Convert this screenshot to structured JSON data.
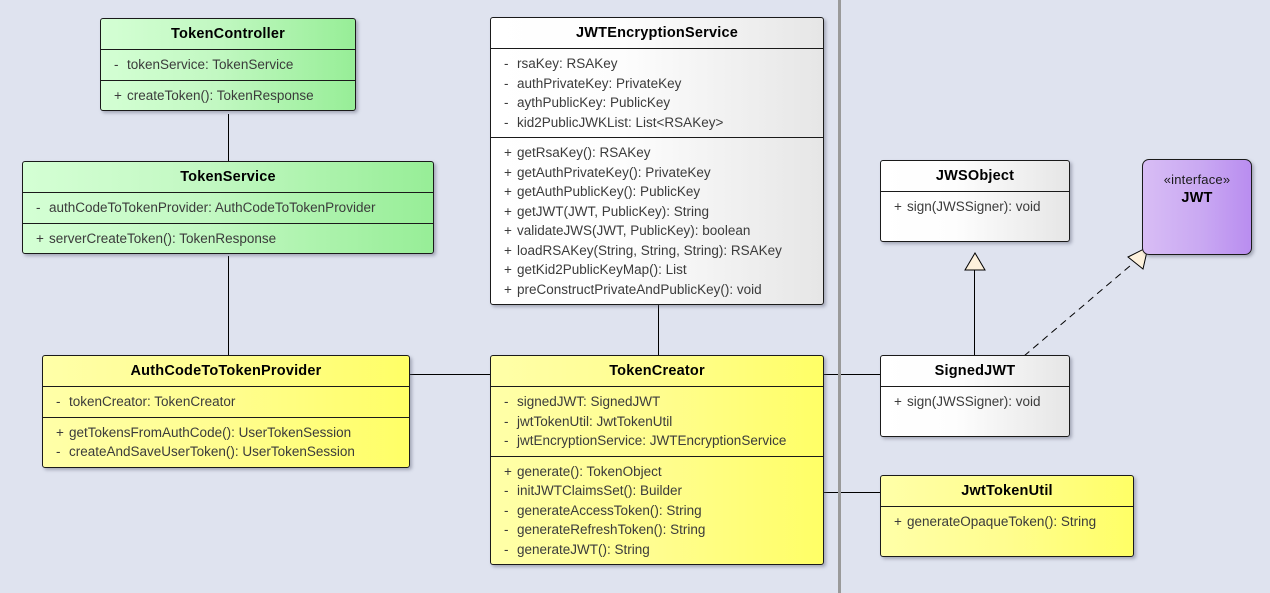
{
  "diagram": {
    "type": "uml-class-diagram",
    "background_color": "#dfe3ef",
    "divider_color": "#9a9a9a",
    "colors": {
      "green": "#c2f8c2",
      "yellow": "#ffff66",
      "white": "#ffffff",
      "purple": "#c9a8f2"
    }
  },
  "classes": {
    "token_controller": {
      "name": "TokenController",
      "attributes": [
        {
          "visibility": "-",
          "text": "tokenService: TokenService"
        }
      ],
      "methods": [
        {
          "visibility": "+",
          "text": "createToken(): TokenResponse"
        }
      ]
    },
    "token_service": {
      "name": "TokenService",
      "attributes": [
        {
          "visibility": "-",
          "text": "authCodeToTokenProvider: AuthCodeToTokenProvider"
        }
      ],
      "methods": [
        {
          "visibility": "+",
          "text": "serverCreateToken(): TokenResponse"
        }
      ]
    },
    "jwt_encryption_service": {
      "name": "JWTEncryptionService",
      "attributes": [
        {
          "visibility": "-",
          "text": "rsaKey: RSAKey"
        },
        {
          "visibility": "-",
          "text": "authPrivateKey: PrivateKey"
        },
        {
          "visibility": "-",
          "text": "aythPublicKey: PublicKey"
        },
        {
          "visibility": "-",
          "text": "kid2PublicJWKList: List<RSAKey>"
        }
      ],
      "methods": [
        {
          "visibility": "+",
          "text": "getRsaKey(): RSAKey"
        },
        {
          "visibility": "+",
          "text": "getAuthPrivateKey(): PrivateKey"
        },
        {
          "visibility": "+",
          "text": "getAuthPublicKey(): PublicKey"
        },
        {
          "visibility": "+",
          "text": "getJWT(JWT, PublicKey): String"
        },
        {
          "visibility": "+",
          "text": "validateJWS(JWT, PublicKey): boolean"
        },
        {
          "visibility": "+",
          "text": "loadRSAKey(String, String, String): RSAKey"
        },
        {
          "visibility": "+",
          "text": "getKid2PublicKeyMap(): List"
        },
        {
          "visibility": "+",
          "text": "preConstructPrivateAndPublicKey(): void"
        }
      ]
    },
    "auth_code_to_token_provider": {
      "name": "AuthCodeToTokenProvider",
      "attributes": [
        {
          "visibility": "-",
          "text": "tokenCreator: TokenCreator"
        }
      ],
      "methods": [
        {
          "visibility": "+",
          "text": "getTokensFromAuthCode(): UserTokenSession"
        },
        {
          "visibility": "-",
          "text": "createAndSaveUserToken(): UserTokenSession"
        }
      ]
    },
    "token_creator": {
      "name": "TokenCreator",
      "attributes": [
        {
          "visibility": "-",
          "text": "signedJWT: SignedJWT"
        },
        {
          "visibility": "-",
          "text": "jwtTokenUtil: JwtTokenUtil"
        },
        {
          "visibility": "-",
          "text": "jwtEncryptionService: JWTEncryptionService"
        }
      ],
      "methods": [
        {
          "visibility": "+",
          "text": "generate(): TokenObject"
        },
        {
          "visibility": "-",
          "text": "initJWTClaimsSet(): Builder"
        },
        {
          "visibility": "-",
          "text": "generateAccessToken(): String"
        },
        {
          "visibility": "-",
          "text": "generateRefreshToken(): String"
        },
        {
          "visibility": "-",
          "text": "generateJWT(): String"
        }
      ]
    },
    "jws_object": {
      "name": "JWSObject",
      "methods": [
        {
          "visibility": "+",
          "text": "sign(JWSSigner): void"
        }
      ]
    },
    "jwt_interface": {
      "stereotype": "«interface»",
      "name": "JWT"
    },
    "signed_jwt": {
      "name": "SignedJWT",
      "methods": [
        {
          "visibility": "+",
          "text": "sign(JWSSigner): void"
        }
      ]
    },
    "jwt_token_util": {
      "name": "JwtTokenUtil",
      "methods": [
        {
          "visibility": "+",
          "text": "generateOpaqueToken(): String"
        }
      ]
    }
  },
  "relations": [
    {
      "from": "TokenController",
      "to": "TokenService",
      "kind": "association"
    },
    {
      "from": "TokenService",
      "to": "AuthCodeToTokenProvider",
      "kind": "association"
    },
    {
      "from": "AuthCodeToTokenProvider",
      "to": "TokenCreator",
      "kind": "association"
    },
    {
      "from": "JWTEncryptionService",
      "to": "TokenCreator",
      "kind": "association"
    },
    {
      "from": "TokenCreator",
      "to": "SignedJWT",
      "kind": "association"
    },
    {
      "from": "TokenCreator",
      "to": "JwtTokenUtil",
      "kind": "association"
    },
    {
      "from": "SignedJWT",
      "to": "JWSObject",
      "kind": "generalization"
    },
    {
      "from": "SignedJWT",
      "to": "JWT",
      "kind": "realization"
    }
  ]
}
